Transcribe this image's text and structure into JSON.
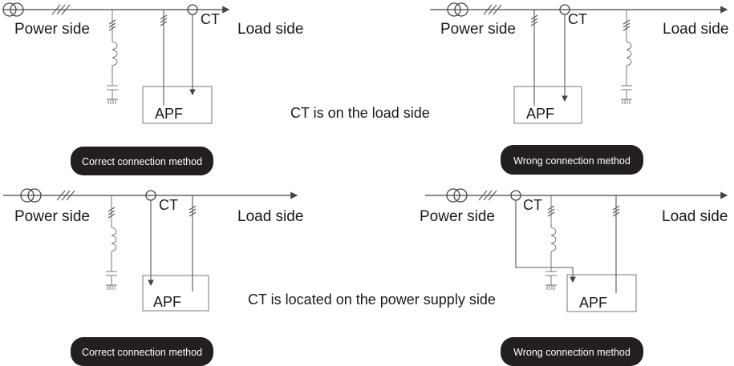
{
  "diagrams": [
    {
      "power_label": "Power side",
      "ct_label": "CT",
      "load_label": "Load side",
      "apf_label": "APF",
      "badge": "Correct connection method"
    },
    {
      "power_label": "Power side",
      "ct_label": "CT",
      "load_label": "Load side",
      "apf_label": "APF",
      "badge": "Wrong connection method"
    },
    {
      "power_label": "Power side",
      "ct_label": "CT",
      "load_label": "Load side",
      "apf_label": "APF",
      "badge": "Correct connection method"
    },
    {
      "power_label": "Power side",
      "ct_label": "CT",
      "load_label": "Load side",
      "apf_label": "APF",
      "badge": "Wrong connection method"
    }
  ],
  "captions": {
    "top": "CT is on the load side",
    "bottom": "CT is located on the power supply side"
  },
  "colors": {
    "badge_background": "#231f20",
    "line": "#555555"
  }
}
